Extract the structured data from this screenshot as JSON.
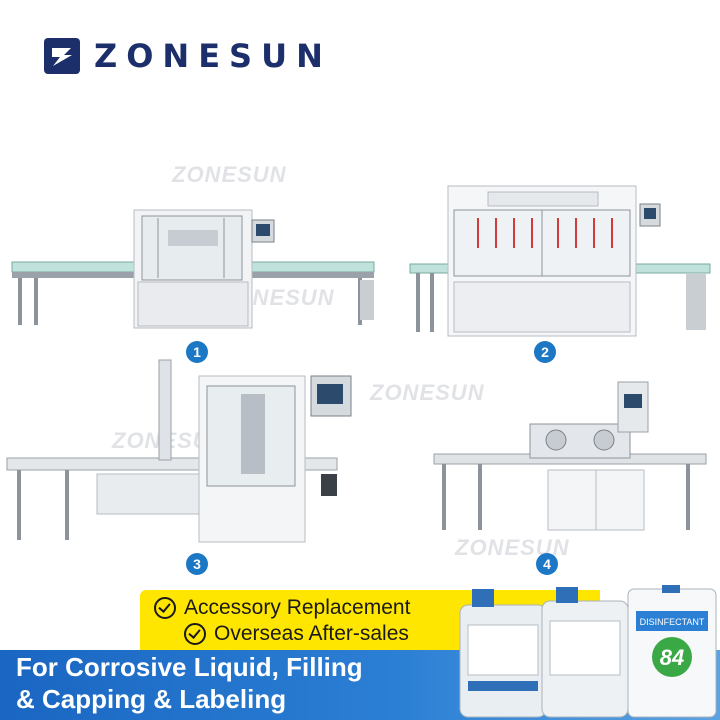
{
  "brand": {
    "name": "ZONESUN"
  },
  "watermark": "ZONESUN",
  "machines": [
    {
      "number": "1"
    },
    {
      "number": "2"
    },
    {
      "number": "3"
    },
    {
      "number": "4"
    }
  ],
  "services": [
    "Accessory Replacement",
    "Overseas After-sales"
  ],
  "title_lines": [
    "For Corrosive Liquid, Filling",
    "& Capping & Labeling"
  ],
  "product_labels": {
    "bottle3_brand": "DISINFECTANT",
    "bottle3_number": "84"
  },
  "colors": {
    "brand": "#1c2f6b",
    "badge": "#1c78c4",
    "service_banner": "#ffe600",
    "title_banner": "#1a66c2"
  }
}
